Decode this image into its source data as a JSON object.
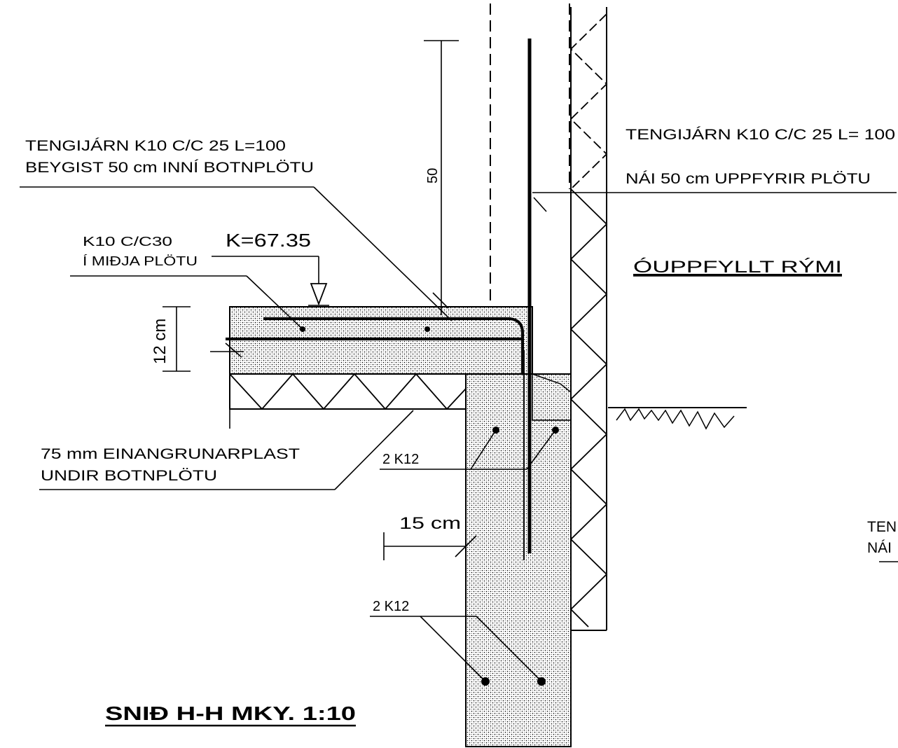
{
  "labels": {
    "upper_left_line1": "TENGIJÁRN K10 C/C 25 L=100",
    "upper_left_line2": "BEYGIST 50 cm INNÍ BOTNPLÖTU",
    "upper_right_line1": "TENGIJÁRN K10 C/C 25  L= 100",
    "upper_right_line2": "NÁI 50 cm UPPFYRIR PLÖTU",
    "k10_line1": "K10 C/C30",
    "k10_line2": "Í MIÐJA PLÖTU",
    "elevation": "K=67.35",
    "room": "ÓUPPFYLLT   RÝMI",
    "slab_thickness": "12 cm",
    "dim_50": "50",
    "insulation_line1": "75 mm EINANGRUNARPLAST",
    "insulation_line2": "UNDIR BOTNPLÖTU",
    "rebar_upper": "2 K12",
    "wall_width": "15 cm",
    "rebar_lower": "2 K12",
    "cut_right_line1": "TEN",
    "cut_right_line2": "NÁI",
    "section_title": "SNIÐ H-H  MKY. 1:10"
  },
  "colors": {
    "ink": "#000000",
    "paper": "#ffffff"
  }
}
